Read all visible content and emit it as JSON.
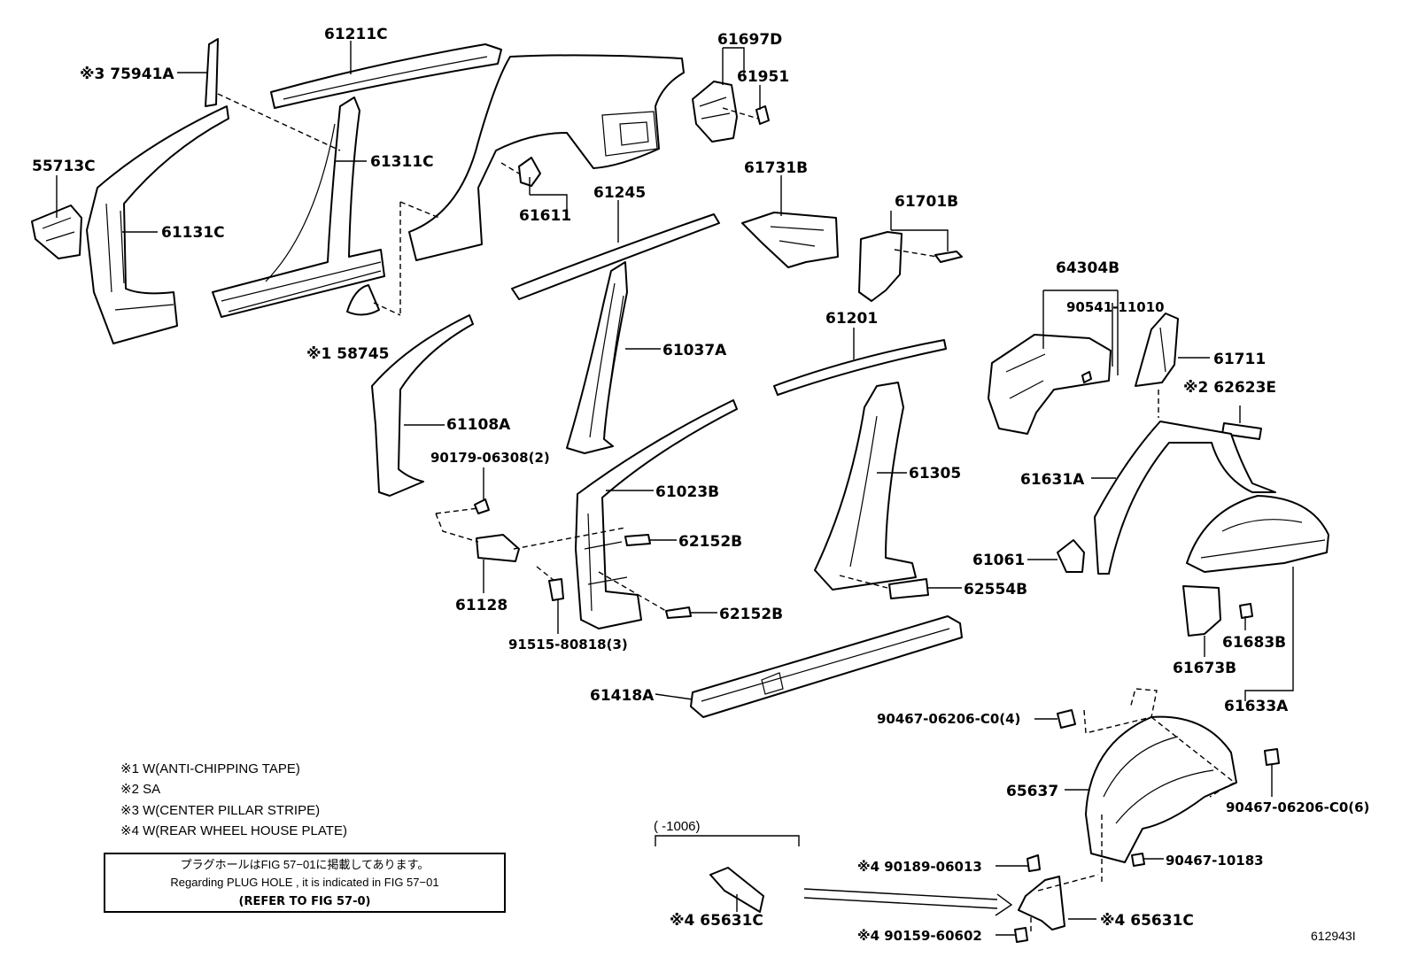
{
  "diagram": {
    "labels": {
      "p61211c": "61211C",
      "p75941a": "※3 75941A",
      "p61697d": "61697D",
      "p61951": "61951",
      "p55713c": "55713C",
      "p61311c": "61311C",
      "p61131c": "61131C",
      "p61611": "61611",
      "p61245": "61245",
      "p61731b": "61731B",
      "p61701b": "61701B",
      "p58745": "※1 58745",
      "p64304b": "64304B",
      "p90541": "90541-11010",
      "p61201": "61201",
      "p61037a": "61037A",
      "p61711": "61711",
      "p62623e": "※2 62623E",
      "p61108a": "61108A",
      "p90179": "90179-06308(2)",
      "p61305": "61305",
      "p61631a": "61631A",
      "p61023b": "61023B",
      "p62152b_1": "62152B",
      "p61061": "61061",
      "p62554b": "62554B",
      "p61683b": "61683B",
      "p61128": "61128",
      "p62152b_2": "62152B",
      "p61673b": "61673B",
      "p91515": "91515-80818(3)",
      "p61418a": "61418A",
      "p61633a": "61633A",
      "p90467_4": "90467-06206-C0(4)",
      "p65637": "65637",
      "p90467_6": "90467-06206-C0(6)",
      "range": "(    -1006)",
      "p90189": "※4 90189-06013",
      "p90467_10183": "90467-10183",
      "p65631c_1": "※4 65631C",
      "p65631c_2": "※4 65631C",
      "p90159": "※4 90159-60602",
      "fig_id": "612943I"
    },
    "notes": [
      "※1 W(ANTI-CHIPPING TAPE)",
      "※2 SA",
      "※3 W(CENTER PILLAR STRIPE)",
      "※4 W(REAR WHEEL HOUSE PLATE)"
    ],
    "box": {
      "jp": "プラグホールはFIG 57−01に掲載してあります。",
      "en": "Regarding  PLUG  HOLE , it is indicated in FIG  57−01",
      "ref": "(REFER TO FIG 57-0)"
    }
  }
}
